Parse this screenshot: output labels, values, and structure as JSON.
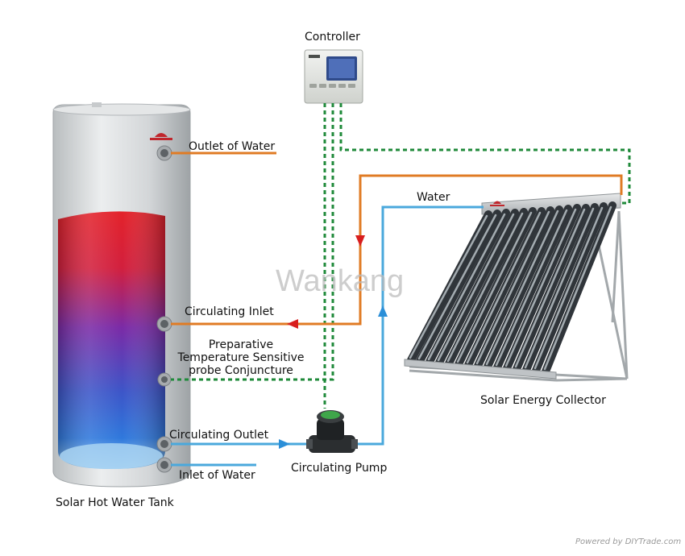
{
  "labels": {
    "controller": "Controller",
    "outlet_of_water": "Outlet of Water",
    "water": "Water",
    "watermark": "Wankang",
    "circulating_inlet": "Circulating Inlet",
    "probe_line1": "Preparative",
    "probe_line2": "Temperature Sensitive",
    "probe_line3": "probe Conjuncture",
    "solar_energy_collector": "Solar Energy Collector",
    "circulating_outlet": "Circulating Outlet",
    "inlet_of_water": "Inlet of Water",
    "circulating_pump": "Circulating Pump",
    "solar_hot_water_tank": "Solar Hot Water Tank",
    "footer_credit": "Powered by DIYTrade.com"
  },
  "colors": {
    "hot_pipe": "#e07b24",
    "cold_pipe": "#4aa8dc",
    "signal_wire": "#1f8a3a",
    "arrow_red": "#d81e1e",
    "tank_shell": "#d9dcdd",
    "tank_hot": "#e3222a",
    "tank_mid": "#6a2fb0",
    "tank_cold": "#2f6fd6"
  }
}
